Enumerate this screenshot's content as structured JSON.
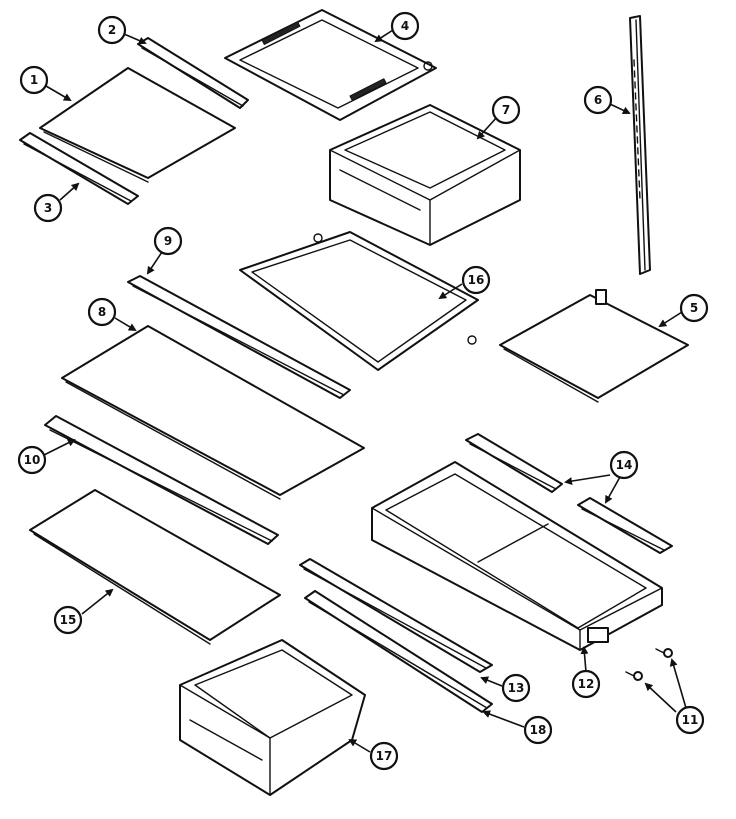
{
  "callouts": [
    {
      "id": "c1",
      "label": "1"
    },
    {
      "id": "c2",
      "label": "2"
    },
    {
      "id": "c3",
      "label": "3"
    },
    {
      "id": "c4",
      "label": "4"
    },
    {
      "id": "c5",
      "label": "5"
    },
    {
      "id": "c6",
      "label": "6"
    },
    {
      "id": "c7",
      "label": "7"
    },
    {
      "id": "c8",
      "label": "8"
    },
    {
      "id": "c9",
      "label": "9"
    },
    {
      "id": "c10",
      "label": "10"
    },
    {
      "id": "c11",
      "label": "11"
    },
    {
      "id": "c12",
      "label": "12"
    },
    {
      "id": "c13",
      "label": "13"
    },
    {
      "id": "c14",
      "label": "14"
    },
    {
      "id": "c15",
      "label": "15"
    },
    {
      "id": "c16",
      "label": "16"
    },
    {
      "id": "c17",
      "label": "17"
    },
    {
      "id": "c18",
      "label": "18"
    }
  ]
}
